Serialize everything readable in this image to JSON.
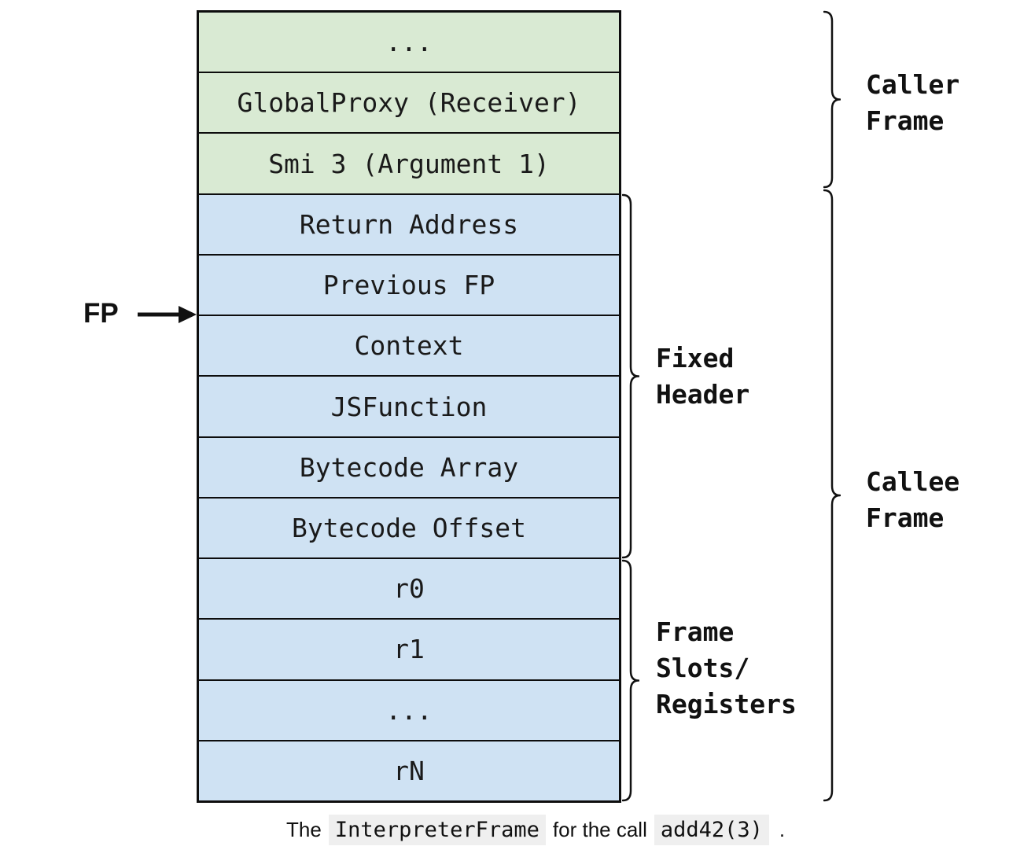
{
  "rows": [
    {
      "label": "...",
      "section": "caller"
    },
    {
      "label": "GlobalProxy (Receiver)",
      "section": "caller"
    },
    {
      "label": "Smi 3 (Argument 1)",
      "section": "caller"
    },
    {
      "label": "Return Address",
      "section": "callee"
    },
    {
      "label": "Previous FP",
      "section": "callee"
    },
    {
      "label": "Context",
      "section": "callee"
    },
    {
      "label": "JSFunction",
      "section": "callee"
    },
    {
      "label": "Bytecode Array",
      "section": "callee"
    },
    {
      "label": "Bytecode Offset",
      "section": "callee"
    },
    {
      "label": "r0",
      "section": "callee"
    },
    {
      "label": "r1",
      "section": "callee"
    },
    {
      "label": "...",
      "section": "callee"
    },
    {
      "label": "rN",
      "section": "callee"
    }
  ],
  "fp": {
    "label": "FP"
  },
  "annotations": {
    "caller_frame": "Caller\nFrame",
    "callee_frame": "Callee\nFrame",
    "fixed_header": "Fixed\nHeader",
    "frame_slots": "Frame\nSlots/\nRegisters"
  },
  "caption": {
    "prefix": "The",
    "code1": "InterpreterFrame",
    "middle": "for the call",
    "code2": "add42(3)",
    "suffix": "."
  },
  "colors": {
    "caller_section_bg": "#d9ead3",
    "callee_section_bg": "#cfe2f3",
    "border": "#0d0d0d",
    "code_bg": "#efefef"
  }
}
